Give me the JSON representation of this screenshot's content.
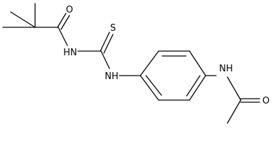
{
  "diagram": {
    "atom_labels": {
      "o_pivaloyl": "O",
      "nh_amide": "HN",
      "s_thio": "S",
      "nh_thiourea": "NH",
      "nh_acetamide": "NH",
      "o_acetyl": "O"
    }
  }
}
